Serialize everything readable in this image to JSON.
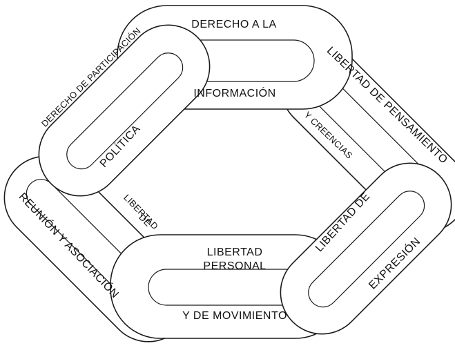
{
  "links": {
    "top": {
      "line1": "DERECHO A LA",
      "line2": "INFORMACIÓN"
    },
    "upper_right": {
      "line1": "LIBERTAD DE PENSAMIENTO",
      "line2": "Y CREENCIAS"
    },
    "lower_right": {
      "line1": "LIBERTAD DE",
      "line2": "EXPRESIÓN"
    },
    "bottom": {
      "line1": "LIBERTAD",
      "line2": "PERSONAL",
      "line3": "Y DE MOVIMIENTO"
    },
    "lower_left": {
      "line1": "LIBERTAD",
      "line2": "DE",
      "line3": "REUNIÓN Y ASOCIACIÓN"
    },
    "upper_left": {
      "line1": "DERECHO DE PARTICIPACIÓN",
      "line2": "POLÍTICA"
    }
  },
  "colors": {
    "stroke": "#1a1a1a",
    "fill": "#ffffff",
    "text": "#111111"
  }
}
